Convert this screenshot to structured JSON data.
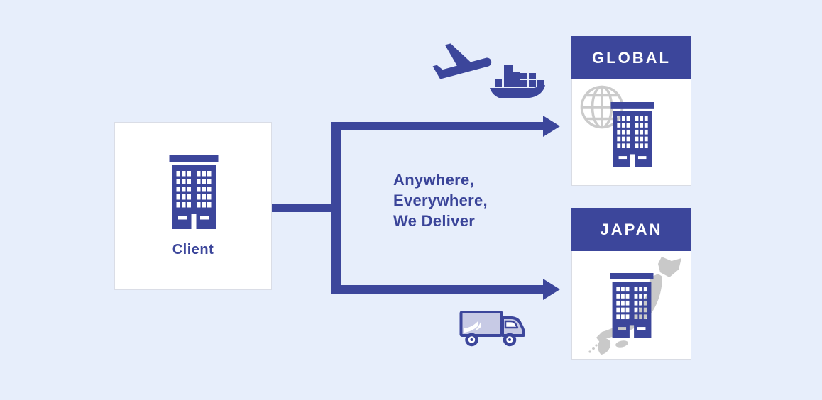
{
  "colors": {
    "background": "#E7EEFB",
    "primary_blue": "#3C469B",
    "card_white": "#FFFFFF",
    "muted_gray": "#C9C9C9",
    "truck_body_fill": "#C7CAE5"
  },
  "client": {
    "label": "Client",
    "icon": "office-building-icon"
  },
  "tagline": {
    "line1": "Anywhere,",
    "line2": "Everywhere,",
    "line3": "We Deliver"
  },
  "destinations": {
    "global": {
      "title": "GLOBAL",
      "icons": [
        "globe-icon",
        "office-building-icon"
      ],
      "route_icons": [
        "airplane-takeoff-icon",
        "cargo-ship-icon"
      ]
    },
    "japan": {
      "title": "JAPAN",
      "icons": [
        "japan-map-icon",
        "office-building-icon"
      ],
      "route_icons": [
        "delivery-truck-icon"
      ]
    }
  }
}
